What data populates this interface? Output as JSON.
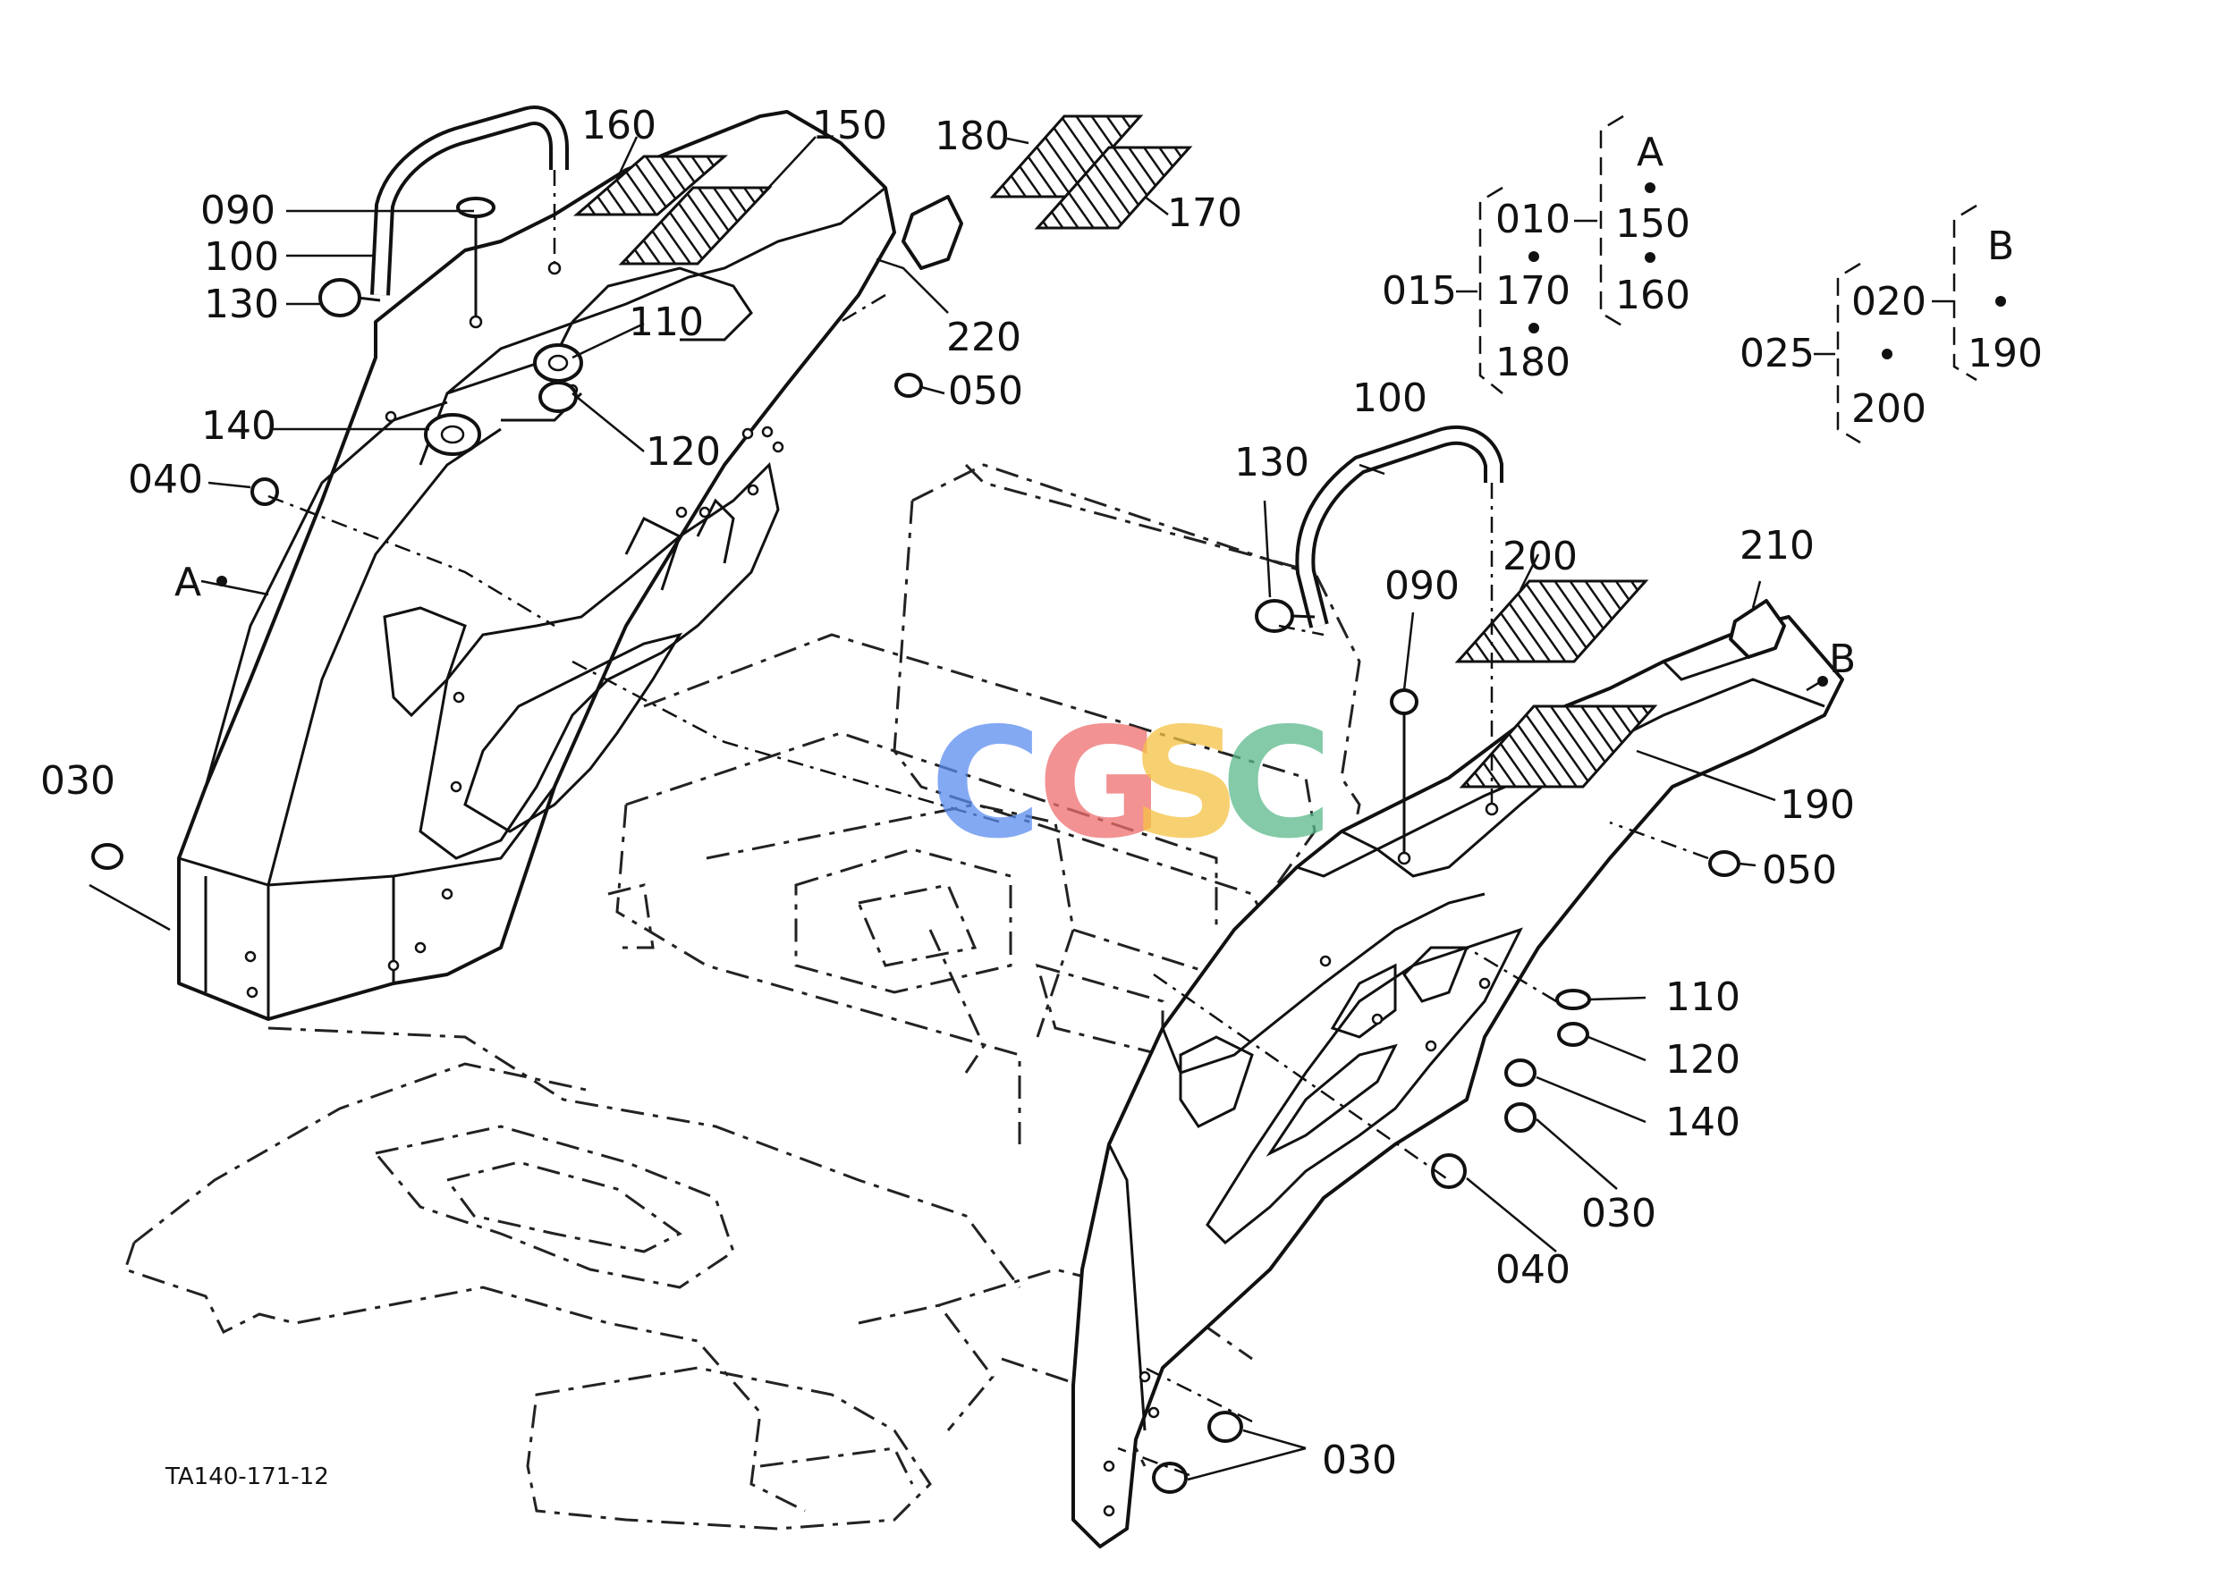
{
  "callouts": {
    "c090a": "090",
    "c100a": "100",
    "c130a": "130",
    "c160": "160",
    "c150": "150",
    "c180": "180",
    "c170": "170",
    "c220": "220",
    "c050a": "050",
    "c110a": "110",
    "c120a": "120",
    "c140a": "140",
    "c040a": "040",
    "cAa": "A",
    "c030a": "030",
    "c100b": "100",
    "c130b": "130",
    "c090b": "090",
    "c200": "200",
    "c210": "210",
    "cBb": "B",
    "c190": "190",
    "c050b": "050",
    "c110b": "110",
    "c120b": "120",
    "c140b": "140",
    "c030b": "030",
    "c040b": "040",
    "c030c": "030"
  },
  "legend": {
    "group_015": {
      "label": "015",
      "items": [
        "010",
        "170",
        "180"
      ]
    },
    "group_A": {
      "label": "A",
      "items": [
        "150",
        "160"
      ]
    },
    "group_025": {
      "label": "025",
      "items": [
        "020",
        "200"
      ]
    },
    "group_B": {
      "label": "B",
      "items": [
        "190"
      ]
    }
  },
  "watermark": {
    "letters": [
      "C",
      "G",
      "S",
      "C"
    ],
    "colors": [
      "#5b8def",
      "#ee6e6e",
      "#f5c242",
      "#5bb98b"
    ]
  },
  "drawing_code": "TA140-171-12"
}
